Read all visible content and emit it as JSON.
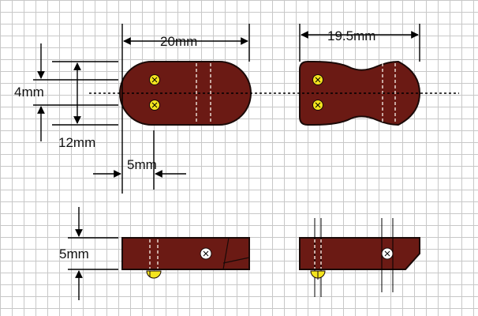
{
  "colors": {
    "leather": "#6b1a14",
    "outline": "#1a0a08",
    "stitch": "#e8d8d0",
    "screw": "#f4e41e",
    "line": "#000000"
  },
  "labels": {
    "width_top_left": "20mm",
    "width_top_right": "19.5mm",
    "height_inner": "4mm",
    "height_outer": "12mm",
    "offset": "5mm",
    "thickness": "5mm"
  }
}
